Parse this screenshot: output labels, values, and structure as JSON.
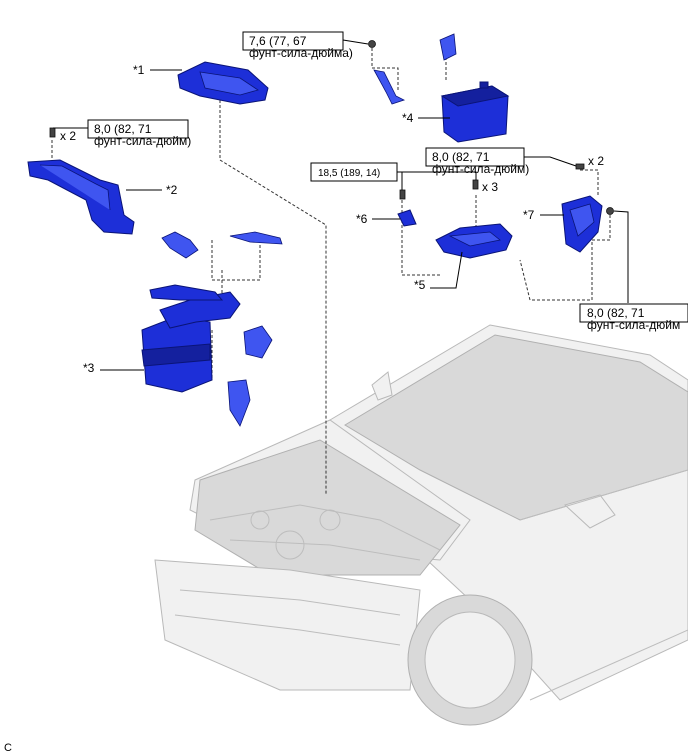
{
  "callouts": {
    "c1": "*1",
    "c2": "*2",
    "c3": "*3",
    "c4": "*4",
    "c5": "*5",
    "c6": "*6",
    "c7": "*7"
  },
  "torque_specs": {
    "t_top_line1": "7,6 (77, 67",
    "t_top_line2": "фунт-сила-дюйма)",
    "t_left_line1": "8,0 (82, 71",
    "t_left_line2": "фунт-сила-дюйм)",
    "t_mid_small": "18,5 (189, 14)",
    "t_mid_line1": "8,0 (82, 71",
    "t_mid_line2": "фунт-сила-дюйм)",
    "t_right_line1": "8,0 (82, 71",
    "t_right_line2": "фунт-сила-дюйм"
  },
  "quantities": {
    "q_left": "x 2",
    "q_mid_right": "x 2",
    "q_mid": "x 3"
  },
  "footer": {
    "code": "C"
  }
}
